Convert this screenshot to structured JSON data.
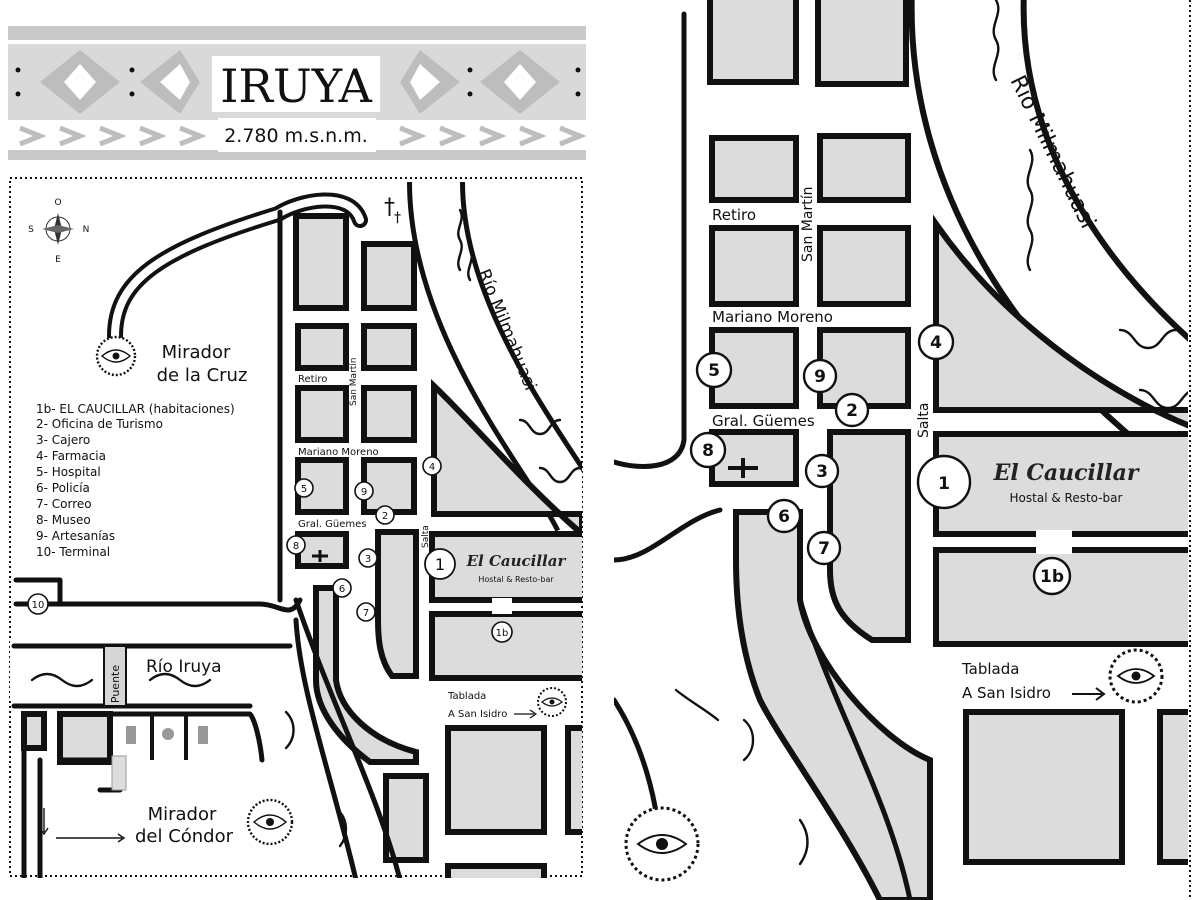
{
  "header": {
    "title": "IRUYA",
    "altitude": "2.780 m.s.n.m."
  },
  "compass": {
    "n": "N",
    "s": "S",
    "e": "E",
    "o": "O"
  },
  "legend": {
    "items": [
      "1b- EL CAUCILLAR (habitaciones)",
      "2- Oficina de Turismo",
      "3- Cajero",
      "4- Farmacia",
      "5- Hospital",
      "6- Policía",
      "7- Correo",
      "8- Museo",
      "9- Artesanías",
      "10- Terminal"
    ]
  },
  "places": {
    "mirador_cruz_1": "Mirador",
    "mirador_cruz_2": "de la Cruz",
    "mirador_condor_1": "Mirador",
    "mirador_condor_2": "del Cóndor",
    "rio_milmahuasi": "Río Milmahuasi",
    "rio_iruya": "Río Iruya",
    "puente": "Puente",
    "tablada": "Tablada",
    "a_san_isidro": "A San Isidro",
    "cross_mark": "†",
    "hotel_name": "El Caucillar",
    "hotel_sub": "Hostal & Resto-bar"
  },
  "streets": {
    "retiro": "Retiro",
    "san_martin": "San Martín",
    "mariano_moreno": "Mariano Moreno",
    "gral_guemes": "Gral. Güemes",
    "salta": "Salta"
  },
  "markers": {
    "m1": "1",
    "m1b": "1b",
    "m2": "2",
    "m3": "3",
    "m4": "4",
    "m5": "5",
    "m6": "6",
    "m7": "7",
    "m8": "8",
    "m9": "9",
    "m10": "10"
  }
}
